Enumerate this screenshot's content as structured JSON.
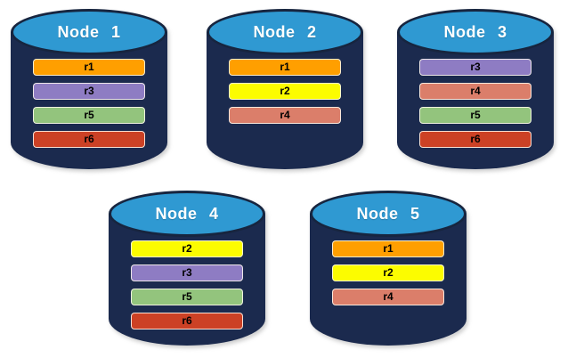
{
  "canvas": {
    "background": "#FFFFFF"
  },
  "palette": {
    "cylinder_body": "#1B2A4E",
    "cylinder_top_fill": "#2F99D2",
    "cylinder_outline": "#17253F",
    "title_text_color": "#FFFFFF",
    "replica_text_color": "#000000"
  },
  "replica_colors": {
    "r1": "#FF9F00",
    "r2": "#FCFC00",
    "r3": "#8E7CC3",
    "r4": "#DB7E6A",
    "r5": "#93C47D",
    "r6": "#CC4125"
  },
  "nodes": [
    {
      "id": "node-1",
      "label": "Node 1",
      "replicas": [
        {
          "label": "r1",
          "color": "#FF9F00"
        },
        {
          "label": "r3",
          "color": "#8E7CC3"
        },
        {
          "label": "r5",
          "color": "#93C47D"
        },
        {
          "label": "r6",
          "color": "#CC4125"
        }
      ]
    },
    {
      "id": "node-2",
      "label": "Node 2",
      "replicas": [
        {
          "label": "r1",
          "color": "#FF9F00"
        },
        {
          "label": "r2",
          "color": "#FCFC00"
        },
        {
          "label": "r4",
          "color": "#DB7E6A"
        }
      ]
    },
    {
      "id": "node-3",
      "label": "Node 3",
      "replicas": [
        {
          "label": "r3",
          "color": "#8E7CC3"
        },
        {
          "label": "r4",
          "color": "#DB7E6A"
        },
        {
          "label": "r5",
          "color": "#93C47D"
        },
        {
          "label": "r6",
          "color": "#CC4125"
        }
      ]
    },
    {
      "id": "node-4",
      "label": "Node 4",
      "replicas": [
        {
          "label": "r2",
          "color": "#FCFC00"
        },
        {
          "label": "r3",
          "color": "#8E7CC3"
        },
        {
          "label": "r5",
          "color": "#93C47D"
        },
        {
          "label": "r6",
          "color": "#CC4125"
        }
      ]
    },
    {
      "id": "node-5",
      "label": "Node 5",
      "replicas": [
        {
          "label": "r1",
          "color": "#FF9F00"
        },
        {
          "label": "r2",
          "color": "#FCFC00"
        },
        {
          "label": "r4",
          "color": "#DB7E6A"
        }
      ]
    }
  ]
}
